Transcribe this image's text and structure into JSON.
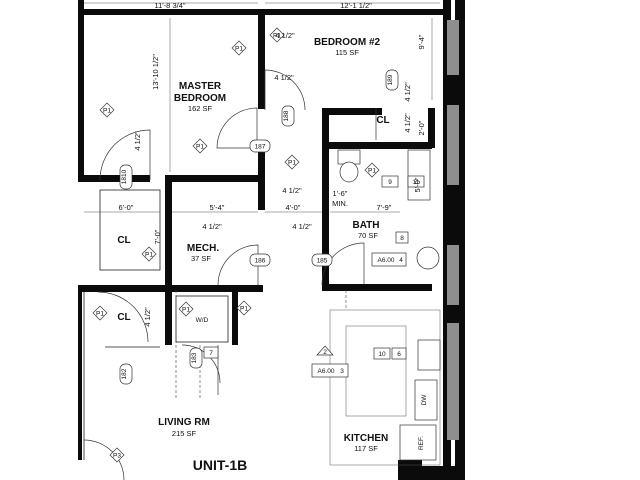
{
  "plan": {
    "unit_title": "UNIT-1B",
    "rooms": {
      "master_bedroom": {
        "name_line1": "MASTER",
        "name_line2": "BEDROOM",
        "area": "162 SF"
      },
      "bedroom2": {
        "name": "BEDROOM #2",
        "area": "115 SF"
      },
      "bath": {
        "name": "BATH",
        "area": "70 SF"
      },
      "mech": {
        "name": "MECH.",
        "area": "37 SF"
      },
      "living": {
        "name": "LIVING RM",
        "area": "215 SF"
      },
      "kitchen": {
        "name": "KITCHEN",
        "area": "117 SF"
      },
      "closet_master": {
        "name": "CL"
      },
      "closet_living": {
        "name": "CL"
      },
      "closet_bed2": {
        "name": "CL"
      }
    },
    "dimensions": {
      "d_master_width": "11'-8 3/4\"",
      "d_master_depth": "13'-10 1/2\"",
      "d_bed2_width": "12'-1 1/2\"",
      "d_bed2_depth": "9'-4\"",
      "d_41_2_a": "4 1/2\"",
      "d_41_2_b": "4 1/2\"",
      "d_41_2_c": "4 1/2\"",
      "d_41_2_d": "4 1/2\"",
      "d_41_2_e": "4 1/2\"",
      "d_41_2_f": "4 1/2\"",
      "d_41_2_g": "4 1/2\"",
      "d_41_2_h": "4 1/2\"",
      "d_41_2_i": "4 1/2\"",
      "d_cl_width": "6'-0\"",
      "d_cl_depth": "7'-0\"",
      "d_mech_width": "5'-4\"",
      "d_hall": "4'-0\"",
      "d_bath_min": "1'-6\"",
      "d_min": "MIN.",
      "d_bath_width": "7'-9\"",
      "d_tub": "5'-0\"",
      "d_cl2": "2'-0\""
    },
    "tags": {
      "p1": "P1",
      "p3": "P3",
      "door_187": "187",
      "door_188": "188",
      "door_189": "189",
      "door_1810": "1810",
      "door_186": "186",
      "door_185": "185",
      "door_183": "183",
      "door_182": "182",
      "num_9": "9",
      "num_11": "11",
      "num_8": "8",
      "num_7": "7",
      "num_10": "10",
      "num_6": "6",
      "num_2": "2",
      "num_4": "4",
      "num_3": "3",
      "ref_a600_4": "A6.00",
      "ref_a600_3": "A6.00"
    },
    "appliances": {
      "washer_dryer": "W/D",
      "dishwasher": "DW",
      "refrigerator": "REF."
    }
  }
}
